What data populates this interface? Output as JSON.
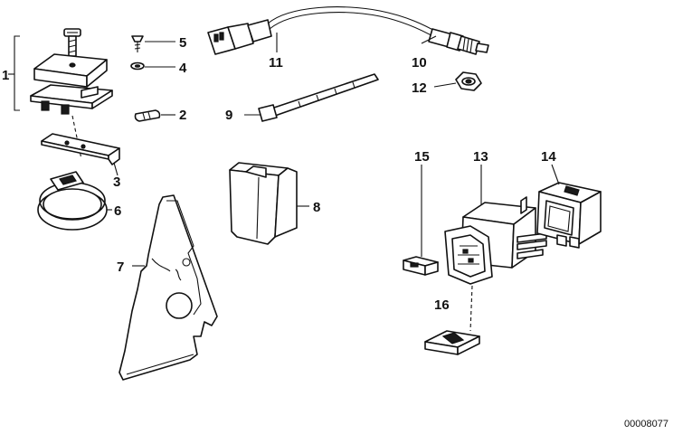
{
  "diagram": {
    "callouts": {
      "p1": "1",
      "p2": "2",
      "p3": "3",
      "p4": "4",
      "p5": "5",
      "p6": "6",
      "p7": "7",
      "p8": "8",
      "p9": "9",
      "p10": "10",
      "p11": "11",
      "p12": "12",
      "p13": "13",
      "p14": "14",
      "p15": "15",
      "p16": "16"
    },
    "catalog_number": "00008077"
  }
}
